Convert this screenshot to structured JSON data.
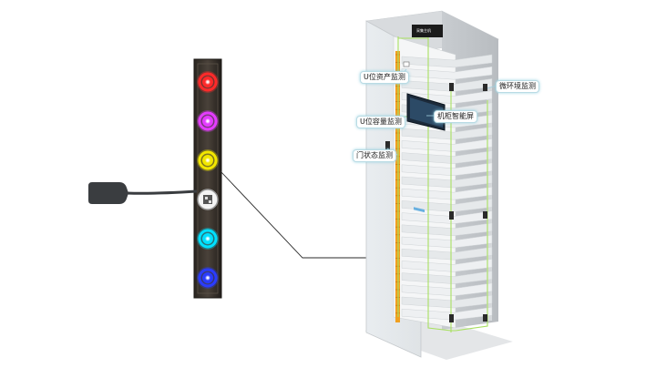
{
  "callouts": {
    "u_asset": "U位资产监测",
    "u_capacity": "U位容量监测",
    "door_status": "门状态监测",
    "smart_screen": "机柜智能屏",
    "micro_env": "微环境监测"
  },
  "top_device_label": "采集主机",
  "led_strip_colors": [
    "#ff2a2a",
    "#e43cff",
    "#f2e600",
    "#ffffff",
    "#00e0ff",
    "#2a3cff"
  ],
  "accent_colors": {
    "strip_orange": "#f0a020",
    "wire_green": "#a8e060",
    "callout_glow": "#8fd0e0"
  }
}
